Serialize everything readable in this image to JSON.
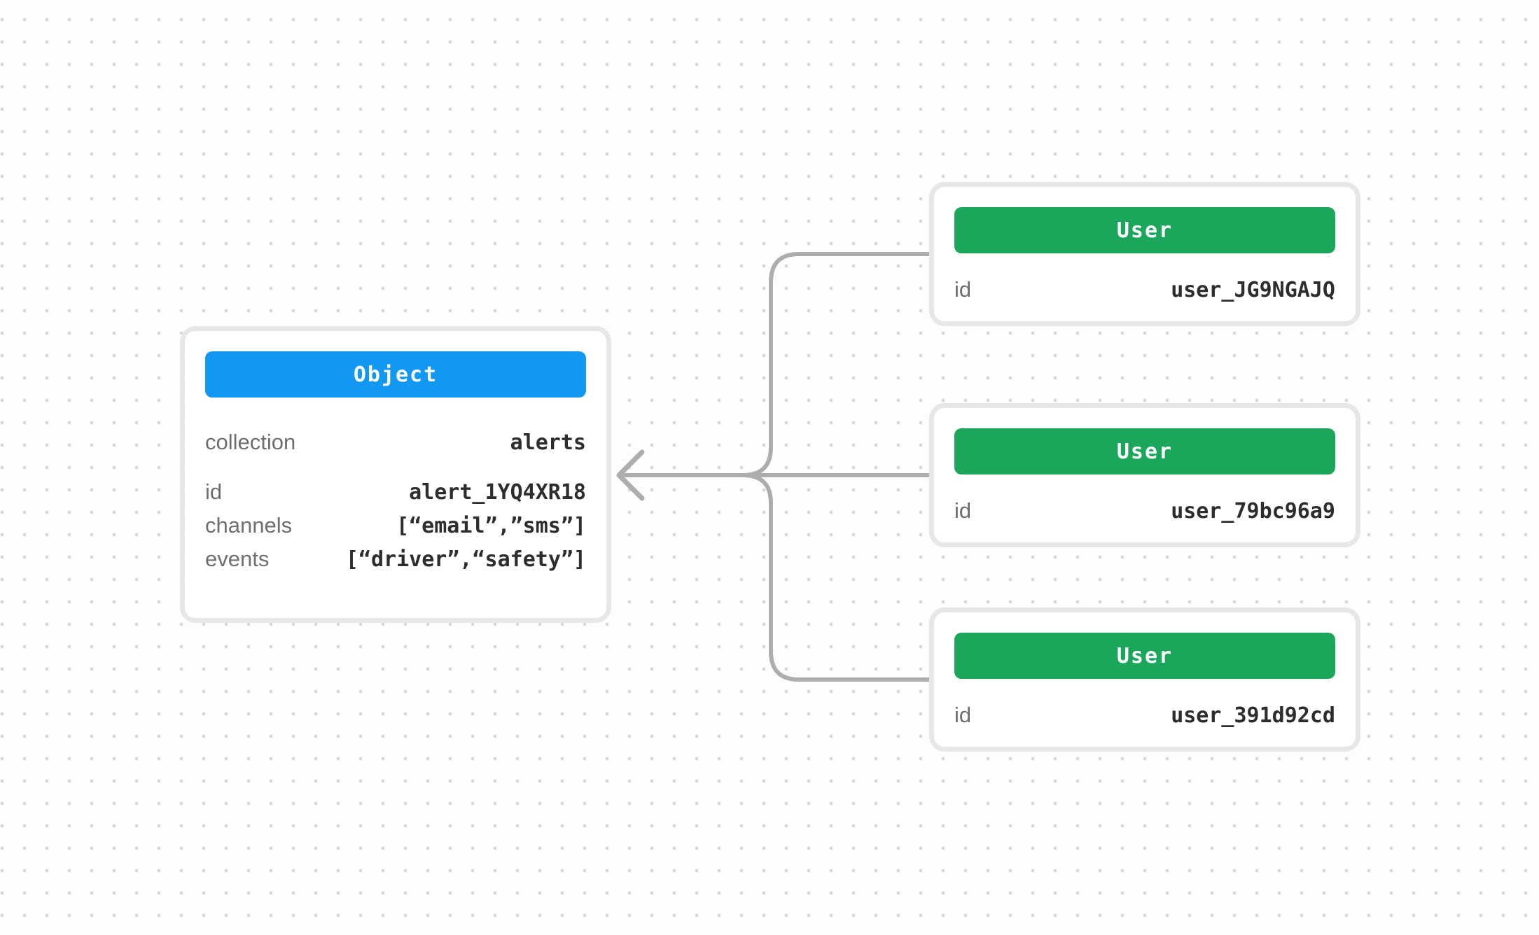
{
  "colors": {
    "object_header": "#1297f3",
    "user_header": "#1ba65b",
    "connector": "#adadad",
    "card_border": "#e7e7e7",
    "label_color": "#6e6e6e",
    "value_color": "#2d2d2d",
    "canvas_bg": "#fdfdfd",
    "dot_color": "#d8d8d8"
  },
  "object_card": {
    "title": "Object",
    "fields": [
      {
        "label": "collection",
        "value": "alerts"
      },
      {
        "label": "id",
        "value": "alert_1YQ4XR18"
      },
      {
        "label": "channels",
        "value": "[“email”,”sms”]"
      },
      {
        "label": "events",
        "value": "[“driver”,“safety”]"
      }
    ]
  },
  "user_cards": [
    {
      "title": "User",
      "fields": [
        {
          "label": "id",
          "value": "user_JG9NGAJQ"
        }
      ]
    },
    {
      "title": "User",
      "fields": [
        {
          "label": "id",
          "value": "user_79bc96a9"
        }
      ]
    },
    {
      "title": "User",
      "fields": [
        {
          "label": "id",
          "value": "user_391d92cd"
        }
      ]
    }
  ],
  "connector": {
    "description": "three user cards merge into one line with left-pointing arrow into object card"
  }
}
